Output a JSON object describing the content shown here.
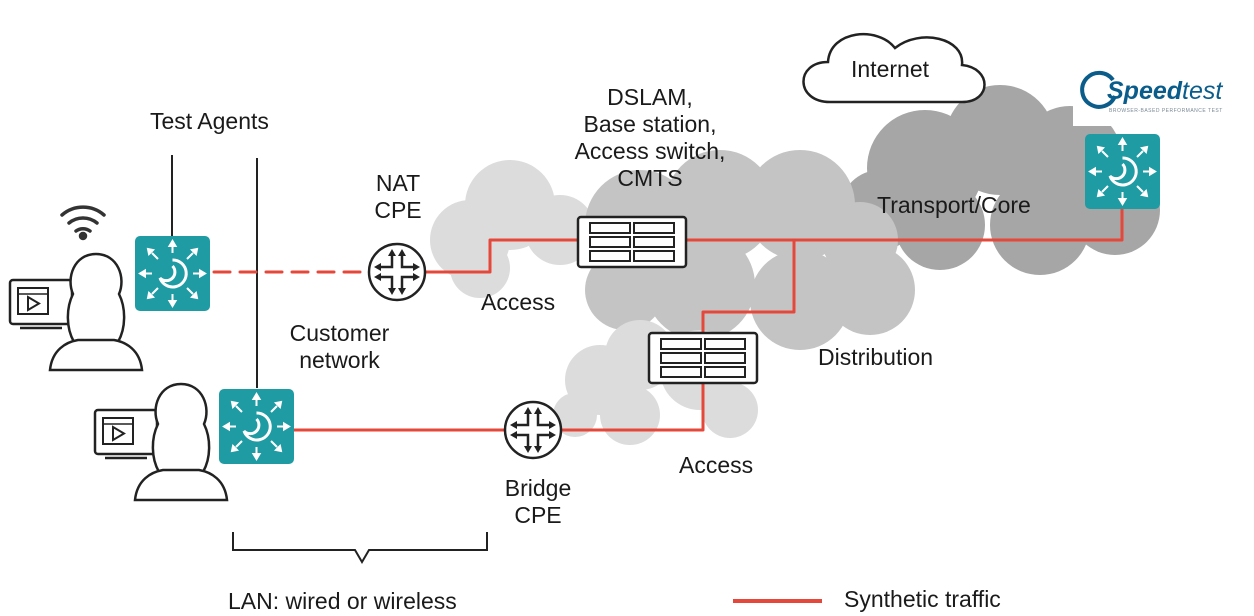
{
  "labels": {
    "test_agents": "Test Agents",
    "nat_cpe_line1": "NAT",
    "nat_cpe_line2": "CPE",
    "dslam_line1": "DSLAM,",
    "dslam_line2": "Base station,",
    "dslam_line3": "Access switch,",
    "dslam_line4": "CMTS",
    "internet": "Internet",
    "transport_core": "Transport/Core",
    "access_upper": "Access",
    "customer_network_line1": "Customer",
    "customer_network_line2": "network",
    "distribution": "Distribution",
    "access_lower": "Access",
    "bridge_cpe_line1": "Bridge",
    "bridge_cpe_line2": "CPE",
    "lan": "LAN: wired or wireless",
    "legend_synthetic_traffic": "Synthetic traffic"
  },
  "logo": {
    "brand_bold": "Speed",
    "brand_thin": "test",
    "tagline": "BROWSER-BASED PERFORMANCE TEST"
  },
  "colors": {
    "traffic": "#e5473a",
    "agent_box": "#1f9ba3",
    "cloud_light": "#dcdcdc",
    "cloud_mid": "#c4c4c4",
    "cloud_dark": "#a6a6a6",
    "outline": "#222222"
  }
}
